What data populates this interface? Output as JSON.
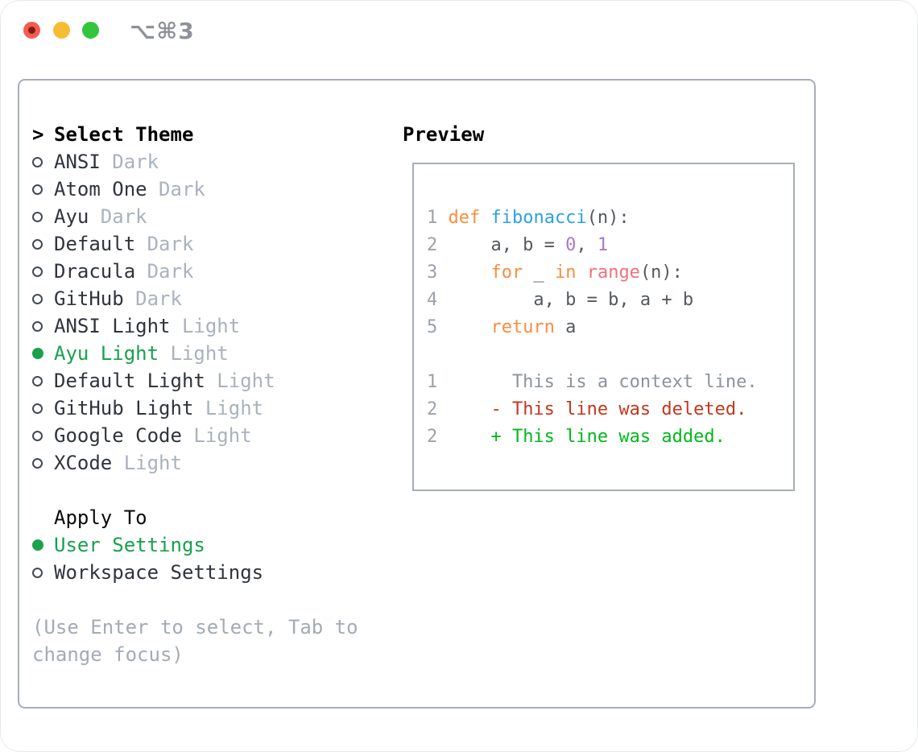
{
  "window": {
    "title": "⌥⌘3"
  },
  "titlebar": {
    "buttons": [
      "close",
      "minimize",
      "zoom"
    ]
  },
  "theme_list": {
    "prompt": ">",
    "header": "Select Theme",
    "items": [
      {
        "name": "ANSI",
        "variant": "Dark",
        "selected": false
      },
      {
        "name": "Atom One",
        "variant": "Dark",
        "selected": false
      },
      {
        "name": "Ayu",
        "variant": "Dark",
        "selected": false
      },
      {
        "name": "Default",
        "variant": "Dark",
        "selected": false
      },
      {
        "name": "Dracula",
        "variant": "Dark",
        "selected": false
      },
      {
        "name": "GitHub",
        "variant": "Dark",
        "selected": false
      },
      {
        "name": "ANSI Light",
        "variant": "Light",
        "selected": false
      },
      {
        "name": "Ayu Light",
        "variant": "Light",
        "selected": true
      },
      {
        "name": "Default Light",
        "variant": "Light",
        "selected": false
      },
      {
        "name": "GitHub Light",
        "variant": "Light",
        "selected": false
      },
      {
        "name": "Google Code",
        "variant": "Light",
        "selected": false
      },
      {
        "name": "XCode",
        "variant": "Light",
        "selected": false
      }
    ]
  },
  "apply_to": {
    "header": "Apply To",
    "options": [
      {
        "label": "User Settings",
        "selected": true
      },
      {
        "label": "Workspace Settings",
        "selected": false
      }
    ]
  },
  "hint": {
    "lines": [
      "(Use Enter to select, Tab to",
      "change focus)"
    ]
  },
  "preview": {
    "header": "Preview",
    "code_lines": [
      {
        "num": "1",
        "tokens": [
          {
            "t": "def",
            "c": "k"
          },
          {
            "t": " "
          },
          {
            "t": "fibonacci",
            "c": "f"
          },
          {
            "t": "(n):"
          }
        ]
      },
      {
        "num": "2",
        "tokens": [
          {
            "t": "    a, b = "
          },
          {
            "t": "0",
            "c": "n"
          },
          {
            "t": ", "
          },
          {
            "t": "1",
            "c": "n"
          }
        ]
      },
      {
        "num": "3",
        "tokens": [
          {
            "t": "    "
          },
          {
            "t": "for",
            "c": "k"
          },
          {
            "t": " _ "
          },
          {
            "t": "in",
            "c": "k"
          },
          {
            "t": " "
          },
          {
            "t": "range",
            "c": "b"
          },
          {
            "t": "(n):"
          }
        ]
      },
      {
        "num": "4",
        "tokens": [
          {
            "t": "        a, b = b, a + b"
          }
        ]
      },
      {
        "num": "5",
        "tokens": [
          {
            "t": "    "
          },
          {
            "t": "return",
            "c": "k"
          },
          {
            "t": " a"
          }
        ]
      },
      {
        "num": "",
        "tokens": []
      },
      {
        "num": "1",
        "tokens": [
          {
            "t": "      This is a context line.",
            "c": "x"
          }
        ]
      },
      {
        "num": "2",
        "tokens": [
          {
            "t": "    "
          },
          {
            "t": "- This line was deleted.",
            "c": "d"
          }
        ]
      },
      {
        "num": "2",
        "tokens": [
          {
            "t": "    "
          },
          {
            "t": "+ This line was added.",
            "c": "a"
          }
        ]
      }
    ]
  },
  "colors": {
    "accent_green": "#17a24b",
    "diff_added": "#00b81c",
    "diff_removed": "#c6361c",
    "context": "#8b939c",
    "keyword": "#fa8d3e",
    "function": "#2ca0e8",
    "number": "#a37acc",
    "builtin": "#f0707a",
    "code_fg": "#54595f",
    "line_number": "#9aa2ac",
    "muted": "#a9b2bd",
    "hint": "#a3abb5",
    "text": "#2f343c",
    "border": "#a6aeb8",
    "traffic_red": "#f25d51",
    "traffic_yellow": "#f7bd32",
    "traffic_green": "#32c63c"
  }
}
